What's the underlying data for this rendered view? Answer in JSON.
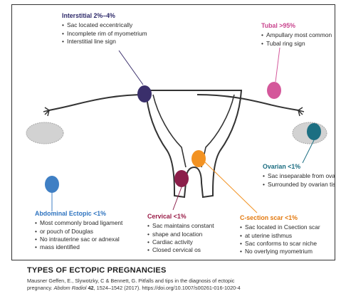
{
  "colors": {
    "interstitial": "#3a2f6b",
    "tubal": "#d4589b",
    "ovarian": "#1c6f82",
    "abdominal": "#3f7fc4",
    "cervical": "#8b1e4a",
    "csection": "#f29222",
    "abdominal_head": "#2f74c0",
    "cervical_head": "#9a1d48",
    "csection_head": "#e3790e",
    "ovarian_head": "#1a6c80",
    "tubal_head": "#c9448e",
    "interstitial_head": "#2e2a6a"
  },
  "labels": {
    "interstitial": {
      "title": "Interstitial 2%–4%",
      "items": [
        "Sac located eccentrically",
        "Incomplete rim of myometrium",
        "Interstitial line sign"
      ]
    },
    "tubal": {
      "title": "Tubal >95%",
      "items": [
        "Ampullary most common",
        "Tubal ring sign"
      ]
    },
    "ovarian": {
      "title": "Ovarian <1%",
      "items": [
        "Sac inseparable from ovary",
        "Surrounded by ovarian tiss"
      ]
    },
    "abdominal": {
      "title": "Abdominal Ectopic <1%",
      "items": [
        "Most commonly broad ligament",
        "or pouch of Douglas",
        "No intrauterine sac or adnexal",
        "mass identified"
      ]
    },
    "cervical": {
      "title": "Cervical <1%",
      "items": [
        "Sac maintains constant",
        "shape and location",
        "Cardiac activity",
        "Closed cervical os"
      ]
    },
    "csection": {
      "title": "C-section scar <1%",
      "items": [
        "Sac located in Csection scar",
        "at uterine isthmus",
        "Sac conforms to scar niche",
        "No overlying myometrium"
      ]
    }
  },
  "caption": {
    "title": "TYPES OF ECTOPIC PREGNANCIES",
    "ref_line1": "Mausner Geffen, E., Slywotzky, C & Bennett, G. Pitfalls and tips in the diagnosis of ectopic",
    "ref_line2_pre": "pregnancy. ",
    "ref_journal": "Abdom Radiol",
    "ref_volume": " 42",
    "ref_line2_post": ", 1524–1542 (2017). https://doi.org/10.1007/s00261-016-1020-4"
  }
}
